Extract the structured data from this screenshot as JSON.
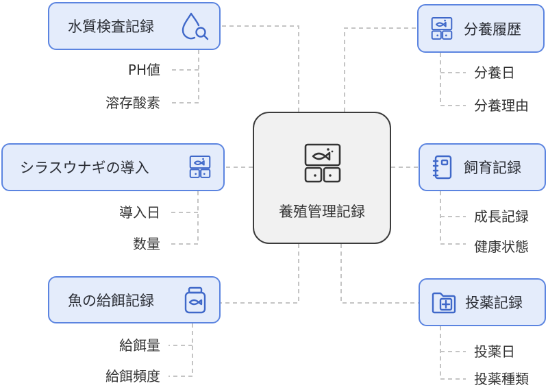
{
  "center": {
    "title": "養殖管理記録",
    "icon": "fish-tank-icon"
  },
  "nodes": {
    "water": {
      "label": "水質検査記録",
      "icon": "water-drop-search-icon",
      "items": [
        "PH値",
        "溶存酸素"
      ]
    },
    "split": {
      "label": "分養履歴",
      "icon": "fish-tank-icon",
      "items": [
        "分養日",
        "分養理由"
      ]
    },
    "intro": {
      "label": "シラスウナギの導入",
      "icon": "fish-tank-icon",
      "items": [
        "導入日",
        "数量"
      ]
    },
    "feeding": {
      "label": "飼育記録",
      "icon": "notebook-icon",
      "items": [
        "成長記録",
        "健康状態"
      ]
    },
    "feed": {
      "label": "魚の給餌記録",
      "icon": "fish-food-jar-icon",
      "items": [
        "給餌量",
        "給餌頻度"
      ]
    },
    "med": {
      "label": "投薬記録",
      "icon": "medical-folder-icon",
      "items": [
        "投薬日",
        "投薬種類"
      ]
    }
  },
  "colors": {
    "node_fill": "#e4ecfb",
    "node_border": "#5b84e0",
    "center_fill": "#f1f1f1",
    "center_border": "#3c3c3c",
    "connector": "#c4c4c4",
    "icon_stroke": "#3f68c9"
  }
}
